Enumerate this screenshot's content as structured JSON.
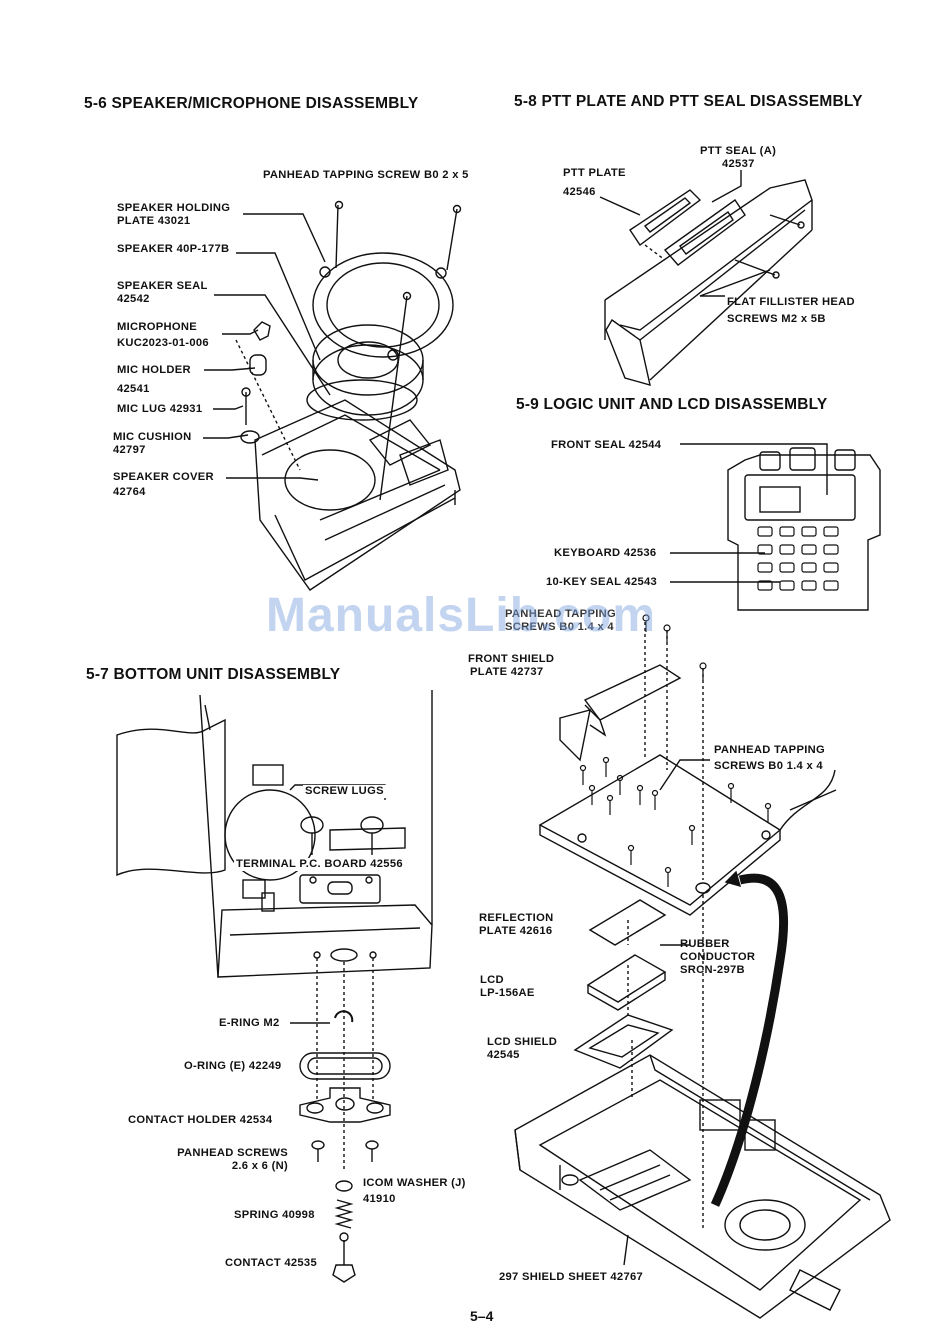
{
  "sections": {
    "s56": "5-6  SPEAKER/MICROPHONE DISASSEMBLY",
    "s57": "5-7  BOTTOM UNIT DISASSEMBLY",
    "s58": "5-8  PTT PLATE AND PTT SEAL DISASSEMBLY",
    "s59": "5-9  LOGIC UNIT AND LCD DISASSEMBLY"
  },
  "speaker": {
    "panhead": "PANHEAD TAPPING SCREW  B0 2 x 5",
    "holding_1": "SPEAKER HOLDING",
    "holding_2": "PLATE 43021",
    "speaker": "SPEAKER 40P-177B",
    "seal_1": "SPEAKER SEAL",
    "seal_2": "42542",
    "mic_1": "MICROPHONE",
    "mic_2": "KUC2023-01-006",
    "holder_1": "MIC HOLDER",
    "holder_2": "42541",
    "lug": "MIC LUG 42931",
    "cushion_1": "MIC CUSHION",
    "cushion_2": "42797",
    "cover_1": "SPEAKER COVER",
    "cover_2": "42764"
  },
  "ptt": {
    "seal_1": "PTT SEAL (A)",
    "seal_2": "42537",
    "plate_1": "PTT PLATE",
    "plate_2": "42546",
    "screws_1": "FLAT FILLISTER HEAD",
    "screws_2": "SCREWS M2 x 5B"
  },
  "logic": {
    "front_seal": "FRONT  SEAL 42544",
    "keyboard": "KEYBOARD 42536",
    "tenkey": "10-KEY SEAL 42543",
    "pan_1": "PANHEAD TAPPING",
    "pan_2": "SCREWS  B0 1.4 x 4",
    "shield_1": "FRONT SHIELD",
    "shield_2": "PLATE 42737",
    "panhead_1": "PANHEAD TAPPING",
    "panhead_2": "SCREWS  B0 1.4 x 4",
    "refl_1": "REFLECTION",
    "refl_2": "PLATE 42616",
    "rubber_1": "RUBBER",
    "rubber_2": "CONDUCTOR",
    "rubber_3": "SRCN-297B",
    "lcd_1": "LCD",
    "lcd_2": "LP-156AE",
    "lcdshield_1": "LCD SHIELD",
    "lcdshield_2": "42545",
    "sheet": "297 SHIELD SHEET 42767"
  },
  "bottom": {
    "lugs": "SCREW LUGS",
    "terminal": "TERMINAL P.C. BOARD 42556",
    "ering": "E-RING M2",
    "oring": "O-RING (E) 42249",
    "holder": "CONTACT  HOLDER 42534",
    "panhead_1": "PANHEAD SCREWS",
    "panhead_2": "2.6 x 6 (N)",
    "washer_1": "ICOM WASHER (J)",
    "washer_2": "41910",
    "spring": "SPRING 40998",
    "contact": "CONTACT 42535"
  },
  "watermark": "ManualsLib.com",
  "page_number": "5–4"
}
